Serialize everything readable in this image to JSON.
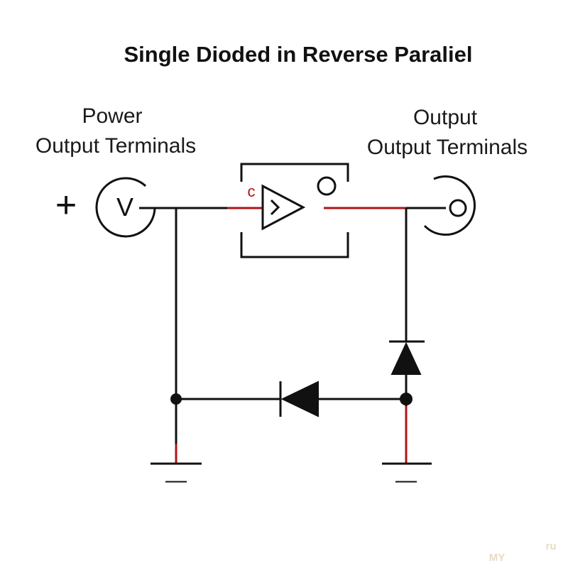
{
  "title": "Single Dioded in Reverse Paraliel",
  "left_label": {
    "line1": "Power",
    "line2": "Output Terminals"
  },
  "right_label": {
    "line1": "Output",
    "line2": "Output Terminals"
  },
  "plus_sign": "+",
  "voltmeter_letter": "V",
  "module_pin_letter": "c",
  "ground_symbol": "—",
  "watermark": "MY",
  "watermark_small": "ru",
  "colors": {
    "wire": "#111111",
    "accent_wire": "#b01414",
    "background": "#ffffff"
  }
}
